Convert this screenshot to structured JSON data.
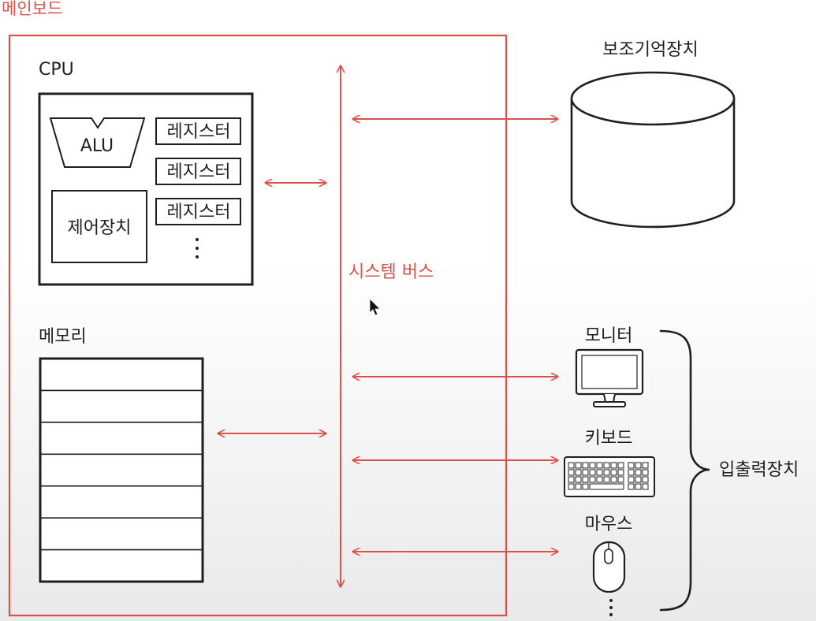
{
  "diagram": {
    "mainboard_label": "메인보드",
    "cpu_label": "CPU",
    "alu_label": "ALU",
    "control_unit_label": "제어장치",
    "registers": [
      "레지스터",
      "레지스터",
      "레지스터"
    ],
    "memory_label": "메모리",
    "system_bus_label": "시스템 버스",
    "storage_label": "보조기억장치",
    "monitor_label": "모니터",
    "keyboard_label": "키보드",
    "mouse_label": "마우스",
    "io_group_label": "입출력장치",
    "memory_rows": 7
  },
  "colors": {
    "accent": "#d9534b",
    "ink": "#1f1f1f"
  }
}
